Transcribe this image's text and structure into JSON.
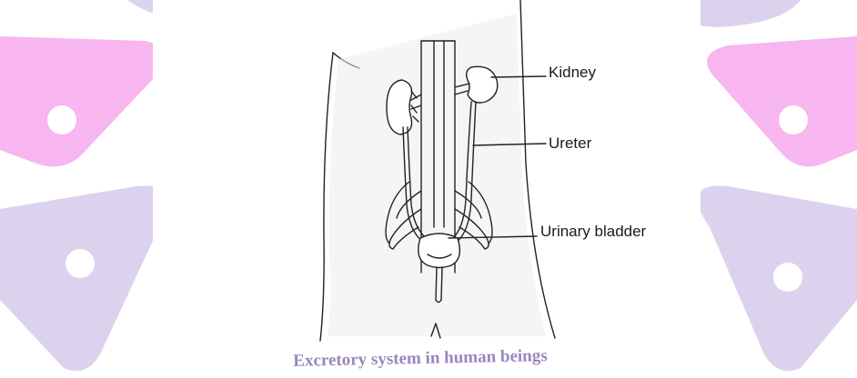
{
  "labels": {
    "kidney": "Kidney",
    "ureter": "Ureter",
    "urinary_bladder": "Urinary bladder"
  },
  "caption": "Excretory system in human beings",
  "colors": {
    "watermark_pink": "#f7b6ef",
    "watermark_lavender": "#ddd2ee",
    "caption": "#9a86c0",
    "line": "#222222",
    "shading": "#e9e9e9"
  }
}
